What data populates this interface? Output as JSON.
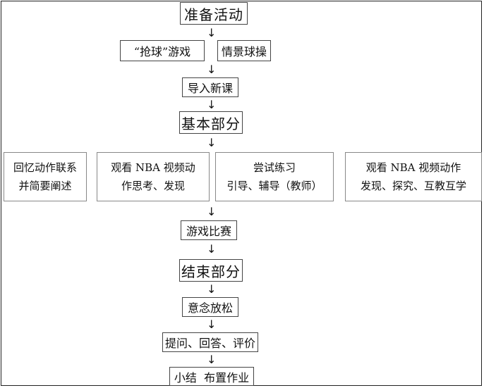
{
  "flow": {
    "prepare": "准备活动",
    "grab_game": "“抢球”游戏",
    "scene_exercise": "情景球操",
    "intro": "导入新课",
    "basic": "基本部分",
    "recall_line1": "回忆动作联系",
    "recall_line2": "并简要阐述",
    "watch_line1": "观看 NBA 视频动",
    "watch_line2": "作思考、发现",
    "try_line1": "尝试练习",
    "try_line2": "引导、辅导（教师）",
    "discover_line1": "观看 NBA 视频动作",
    "discover_line2": "发现、探究、互教互学",
    "competition": "游戏比赛",
    "end": "结束部分",
    "relax": "意念放松",
    "qa": "提问、回答、评价",
    "summary": "小结  布置作业"
  },
  "arrow_glyph": "↓"
}
